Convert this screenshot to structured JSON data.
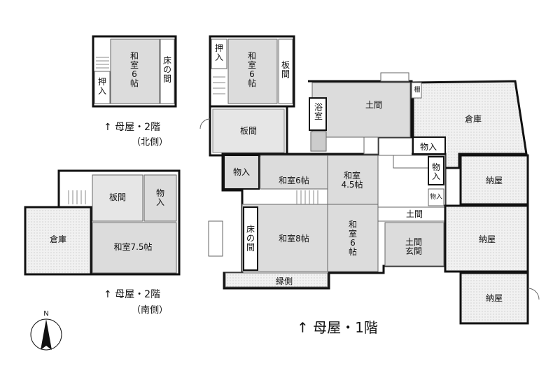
{
  "rooms": {
    "washitsu_6_n2": "和\n室\n6\n帖",
    "tokonoma_n2": "床\nの\n間",
    "oshiire_n2": "押\n入",
    "washitsu_6_n2b": "和\n室\n6\n帖",
    "oshiire_n2b": "押\n入",
    "itama_v": "板\n間",
    "itama_n2": "板間",
    "itama_s2": "板間",
    "monoire_s2": "物\n入",
    "souko_s2": "倉庫",
    "washitsu_75": "和室7.5帖",
    "doma_top": "土間",
    "yokushitsu": "浴\n室",
    "tana": "棚",
    "souko_main": "倉庫",
    "monoire_a": "物入",
    "monoire_b": "物入",
    "washitsu_6a": "和室6帖",
    "washitsu_45": "和室\n4.5帖",
    "monoire_c": "物\n入",
    "monoire_d": "物入",
    "nandoya_1": "納屋",
    "nandoya_2": "納屋",
    "nandoya_3": "納屋",
    "doma_small": "土間",
    "doma_genkan": "土間\n玄関",
    "tokonoma_1": "床\nの\n間",
    "washitsu_8": "和室8帖",
    "washitsu_6b": "和\n室\n6\n帖",
    "engawa": "縁側"
  },
  "captions": {
    "north_line1": "↑ 母屋・2階",
    "north_line2": "（北側）",
    "south_line1": "↑ 母屋・2階",
    "south_line2": "（南側）",
    "main": "↑ 母屋・1階"
  },
  "compass": {
    "letter": "N"
  }
}
